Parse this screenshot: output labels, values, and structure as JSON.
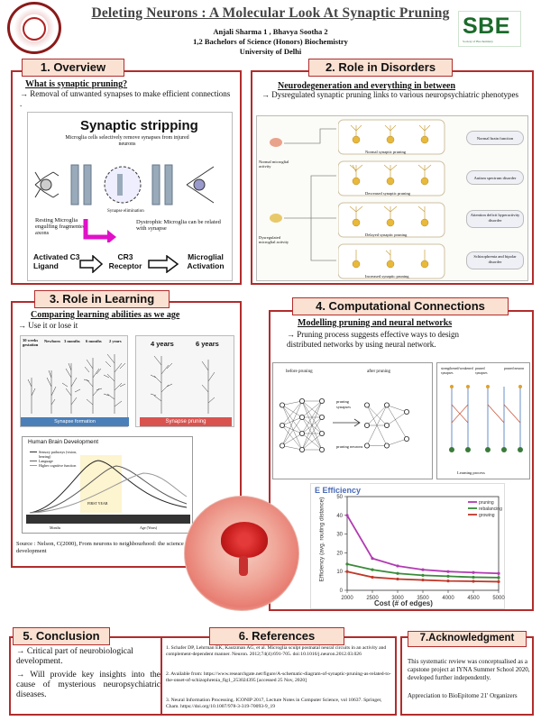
{
  "header": {
    "title": "Deleting Neurons : A Molecular Look At Synaptic Pruning",
    "authors": "Anjali Sharma 1 , Bhavya Sootha 2",
    "degree": "1,2 Bachelors of Science (Honors) Biochemistry",
    "university": "University of Delhi",
    "right_logo": "SBE"
  },
  "overview": {
    "title": "1. Overview",
    "question": "What is synaptic pruning?",
    "text": "→ Removal of unwanted synapses to make efficient connections .",
    "figure": {
      "heading": "Synaptic stripping",
      "caption": "Microglia cells selectively remove synapses from injured neurons",
      "synapse_label": "Synapse elimination",
      "resting": "Resting Microglia engulfing fragmented axons",
      "dystrophic": "Dystrophic Microglia can be related with synapse",
      "activated": "Activated C3 Ligand",
      "receptor": "CR3 Receptor",
      "activation": "Microglial Activation"
    }
  },
  "disorders": {
    "title": "2. Role in Disorders",
    "subhead": "Neurodegeneration and everything in between",
    "text": "→ Dysregulated synaptic pruning links to various neuropsychiatric phenotypes",
    "figure": {
      "normal_activity": "Normal microglial activity",
      "dysregulated_activity": "Dysregulated microglial activity",
      "rows": [
        "Normal synaptic pruning",
        "Decreased synaptic pruning",
        "Delayed synaptic pruning",
        "Increased synaptic pruning"
      ],
      "outcomes": [
        "Normal brain function",
        "Autism spectrum disorder",
        "Attention deficit hyperactivity disorder",
        "Schizophrenia and bipolar disorder"
      ]
    }
  },
  "learning": {
    "title": "3. Role in Learning",
    "subhead": "Comparing learning abilities as we age",
    "text": "→ Use it or lose it",
    "fig1": {
      "ages": [
        "30 weeks gestation",
        "Newborn",
        "3 months",
        "6 months",
        "2 years"
      ],
      "label": "Synapse formation"
    },
    "fig2": {
      "ages": [
        "4 years",
        "6 years"
      ],
      "label": "Synapse pruning"
    },
    "fig3": {
      "title": "Human Brain Development",
      "legend": [
        "Sensory pathways (vision, hearing)",
        "Language",
        "Higher cognitive function"
      ],
      "first_year": "FIRST YEAR",
      "axis": "Age (Years)",
      "months_label": "Months"
    },
    "source": "Source : Nelson, C(2000), From neurons to neighbourhood: the science of early childhood development"
  },
  "computational": {
    "title": "4. Computational Connections",
    "subhead": "Modelling pruning and neural networks",
    "text": "→ Pruning process suggests effective ways to design distributed networks by using neural network.",
    "net_figure": {
      "before": "before pruning",
      "after": "after pruning",
      "pruning_synapses": "pruning synapses",
      "pruning_neurons": "pruning neurons",
      "stages": [
        "strengthened/weakened synapses",
        "pruned synapses",
        "pruned neuron"
      ],
      "epochs": "Learning process"
    }
  },
  "chart_data": {
    "type": "line",
    "title": "E  Efficiency",
    "xlabel": "Cost (# of edges)",
    "ylabel": "Efficiency (avg. routing distance)",
    "x": [
      2000,
      2500,
      3000,
      3500,
      4000,
      4500,
      5000
    ],
    "xlim": [
      2000,
      5000
    ],
    "ylim": [
      0,
      50
    ],
    "yticks": [
      0,
      10,
      20,
      30,
      40,
      50
    ],
    "series": [
      {
        "name": "pruning",
        "color": "#b23ab2",
        "values": [
          40,
          17,
          13,
          11,
          10,
          9.5,
          9
        ]
      },
      {
        "name": "rebalancing",
        "color": "#3a8a3a",
        "values": [
          14,
          11,
          9,
          8,
          7.5,
          7,
          6.8
        ]
      },
      {
        "name": "growing",
        "color": "#c0392b",
        "values": [
          10,
          7,
          6,
          5.5,
          5,
          4.8,
          4.6
        ]
      }
    ]
  },
  "conclusion": {
    "title": "5. Conclusion",
    "items": [
      "→ Critical part of neurobiological development.",
      "→ Will provide key insights into the cause of mysterious neuropsychiatric diseases."
    ]
  },
  "references": {
    "title": "6. References",
    "items": [
      "1. Schafer DP, Lehrman EK, Kautzman AG, et al. Microglia sculpt postnatal neural circuits in an activity and complement-dependent manner. Neuron. 2012;74(4):691-705. doi:10.1016/j.neuron.2012.03.026",
      "2. Available from: https://www.researchgate.net/figure/A-schematic-diagram-of-synaptic-pruning-as-related-to-the-onset-of-schizophrenia_fig1_253024395 [accessed 25 Nov, 2020]",
      "3. Neural Information Processing. ICONIP 2017, Lecture Notes in Computer Science, vol 10637. Springer, Cham. https://doi.org/10.1007/978-3-319-70093-9_19"
    ]
  },
  "acknowledgment": {
    "title": "7.Acknowledgment",
    "text1": "This systematic review was conceptualised as a capstone project at IYNA Summer School 2020, developed further independently.",
    "text2": "Appreciation to BioEpitome 21' Organizers"
  }
}
